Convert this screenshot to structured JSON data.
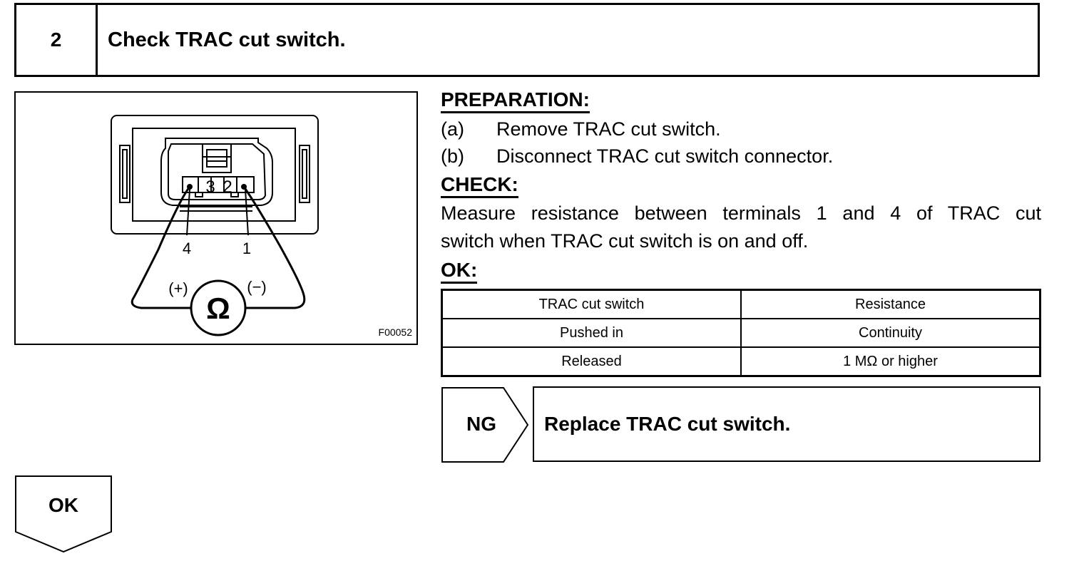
{
  "step": {
    "number": "2",
    "title": "Check TRAC cut switch."
  },
  "figure": {
    "code": "F00052",
    "pin_numbers": [
      "3",
      "2"
    ],
    "terminal_labels": [
      "4",
      "1"
    ],
    "probe_plus": "(+)",
    "probe_minus": "(−)",
    "ohm_symbol": "Ω"
  },
  "preparation": {
    "heading": "PREPARATION:",
    "steps": [
      {
        "letter": "(a)",
        "text": "Remove TRAC cut switch."
      },
      {
        "letter": "(b)",
        "text": "Disconnect TRAC cut switch connector."
      }
    ]
  },
  "check": {
    "heading": "CHECK:",
    "line1": "Measure resistance between terminals 1 and 4 of TRAC cut",
    "line2": "switch when TRAC cut switch is on and off."
  },
  "ok_spec": {
    "heading": "OK:",
    "headers": [
      "TRAC cut switch",
      "Resistance"
    ],
    "rows": [
      [
        "Pushed in",
        "Continuity"
      ],
      [
        "Released",
        "1 MΩ or higher"
      ]
    ]
  },
  "ng": {
    "label": "NG",
    "action": "Replace TRAC cut switch."
  },
  "ok": {
    "label": "OK"
  }
}
